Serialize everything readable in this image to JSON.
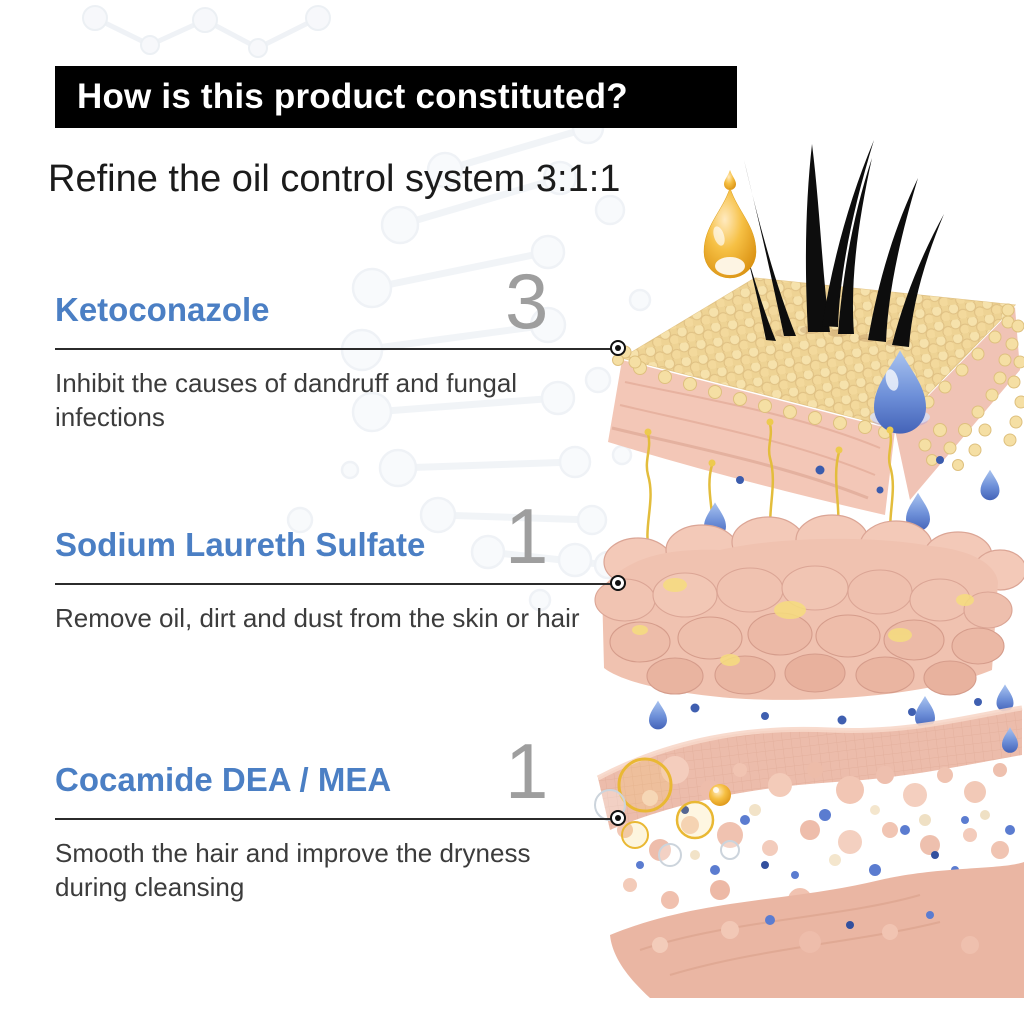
{
  "header": {
    "title": "How is this product constituted?",
    "subtitle": "Refine the oil control system 3:1:1"
  },
  "ingredients": [
    {
      "name": "Ketoconazole",
      "ratio": "3",
      "description": "Inhibit the causes of dandruff and fungal infections"
    },
    {
      "name": "Sodium Laureth Sulfate",
      "ratio": "1",
      "description": "Remove oil, dirt and dust from the skin or hair"
    },
    {
      "name": "Cocamide DEA / MEA",
      "ratio": "1",
      "description": "Smooth the hair and improve the dryness during cleansing"
    }
  ],
  "illustration": {
    "type": "skin-cross-section-3d",
    "layers": [
      "sebum-bead-layer-with-hair",
      "dermis-cell-layer",
      "subcutaneous-layer"
    ],
    "decorations": [
      "oil-droplet",
      "water-droplet",
      "oil-bubbles",
      "dna-helix-background"
    ]
  },
  "colors": {
    "title_bar_bg": "#000000",
    "title_bar_text": "#ffffff",
    "ingredient_heading": "#4b7fc4",
    "ratio_number": "#9e9e9e",
    "body_text": "#3c3c3c",
    "background": "#ffffff"
  }
}
